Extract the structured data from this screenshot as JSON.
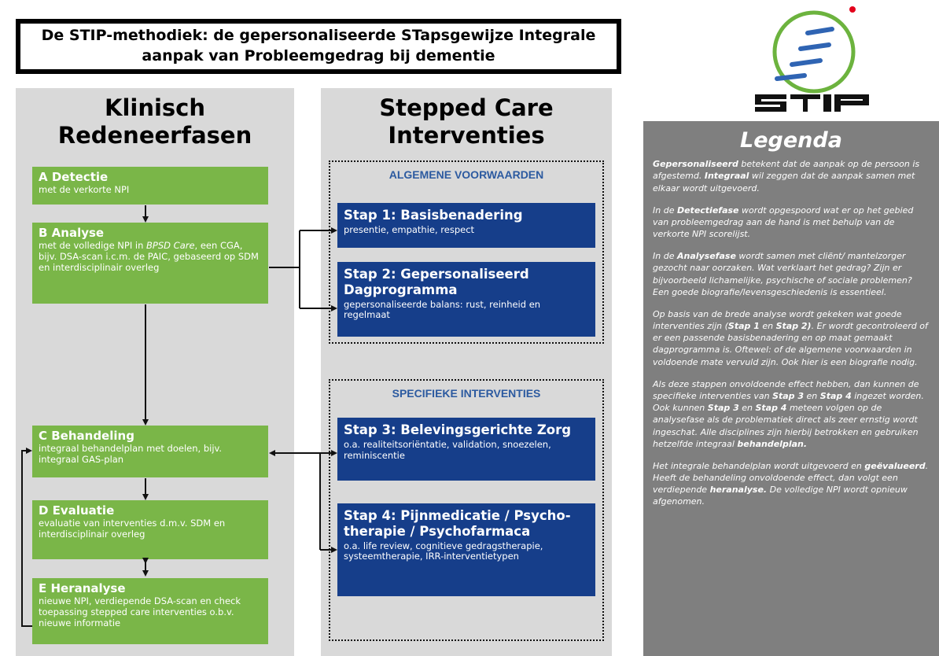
{
  "title": {
    "line1": "De STIP-methodiek: de gepersonaliseerde STapsgewijze Integrale",
    "line2": "aanpak van Probleemgedrag bij dementie"
  },
  "logo": {
    "text": "STIP",
    "icon": "stip-logo-icon"
  },
  "left_column": {
    "heading_line1": "Klinisch",
    "heading_line2": "Redeneerfasen",
    "phases": [
      {
        "title": "A Detectie",
        "desc": "met de verkorte NPI"
      },
      {
        "title": "B Analyse",
        "desc_parts": [
          "met de volledige NPI in ",
          "BPSD Care",
          ", een CGA, bijv. DSA-scan i.c.m. de PAIC, gebaseerd op SDM en interdisciplinair overleg"
        ]
      },
      {
        "title": "C Behandeling",
        "desc": "integraal behandelplan met doelen, bijv. integraal GAS-plan"
      },
      {
        "title": "D Evaluatie",
        "desc": "evaluatie van interventies d.m.v. SDM en interdisciplinair overleg"
      },
      {
        "title": "E Heranalyse",
        "desc": "nieuwe NPI, verdiepende DSA-scan en check toepassing stepped care interventies o.b.v. nieuwe informatie"
      }
    ]
  },
  "right_column": {
    "heading_line1": "Stepped Care",
    "heading_line2": "Interventies",
    "groups": [
      {
        "title": "ALGEMENE VOORWAARDEN"
      },
      {
        "title": "SPECIFIEKE INTERVENTIES"
      }
    ],
    "steps": [
      {
        "title": "Stap 1: Basisbenadering",
        "desc": "presentie, empathie, respect"
      },
      {
        "title": "Stap 2: Gepersonaliseerd Dagprogramma",
        "desc": "gepersonaliseerde balans: rust, reinheid en regelmaat"
      },
      {
        "title": "Stap 3: Belevingsgerichte Zorg",
        "desc": "o.a. realiteitsoriëntatie, validation, snoezelen, reminiscentie"
      },
      {
        "title": "Stap 4: Pijnmedicatie / Psycho-therapie / Psychofarmaca",
        "desc": "o.a. life review, cognitieve gedragstherapie, systeemtherapie, IRR-interventietypen"
      }
    ]
  },
  "legend": {
    "title": "Legenda",
    "paragraphs": [
      [
        [
          "b",
          "Gepersonaliseerd"
        ],
        [
          "t",
          " betekent dat de aanpak op de persoon is afgestemd. "
        ],
        [
          "b",
          "Integraal"
        ],
        [
          "t",
          " wil zeggen dat de aanpak samen met elkaar wordt uitgevoerd."
        ]
      ],
      [
        [
          "t",
          "In de "
        ],
        [
          "b",
          "Detectiefase"
        ],
        [
          "t",
          " wordt opgespoord wat er op het gebied van probleemgedrag aan de hand is met behulp van de verkorte NPI scorelijst."
        ]
      ],
      [
        [
          "t",
          "In de "
        ],
        [
          "b",
          "Analysefase"
        ],
        [
          "t",
          " wordt samen met cliënt/ mantelzorger gezocht naar oorzaken. Wat verklaart het gedrag? Zijn er bijvoorbeeld lichamelijke, psychische of sociale problemen? Een goede biografie/levensgeschiedenis is essentieel."
        ]
      ],
      [
        [
          "t",
          "Op basis van de brede analyse wordt gekeken wat goede interventies zijn ("
        ],
        [
          "b",
          "Stap 1"
        ],
        [
          "t",
          " en "
        ],
        [
          "b",
          "Stap 2)"
        ],
        [
          "t",
          ". Er wordt gecontroleerd of er een passende basisbenadering en op maat gemaakt dagprogramma is. Oftewel: of de algemene voorwaarden in voldoende mate vervuld zijn. Ook hier is een biografie nodig."
        ]
      ],
      [
        [
          "t",
          "Als deze stappen onvoldoende effect hebben, dan kunnen de specifieke interventies van "
        ],
        [
          "b",
          "Stap 3"
        ],
        [
          "t",
          " en "
        ],
        [
          "b",
          "Stap 4"
        ],
        [
          "t",
          " ingezet worden. Ook kunnen "
        ],
        [
          "b",
          "Stap 3"
        ],
        [
          "t",
          " en "
        ],
        [
          "b",
          "Stap 4"
        ],
        [
          "t",
          " meteen volgen op de analysefase als de problematiek direct als zeer ernstig wordt ingeschat. Alle disciplines zijn hierbij betrokken en gebruiken hetzelfde integraal "
        ],
        [
          "b",
          "behandelplan."
        ]
      ],
      [
        [
          "t",
          "Het integrale behandelplan wordt uitgevoerd en "
        ],
        [
          "b",
          "geëvalueerd"
        ],
        [
          "t",
          ". Heeft de behandeling onvoldoende effect, dan volgt een verdiepende "
        ],
        [
          "b",
          "heranalyse."
        ],
        [
          "t",
          " De volledige NPI wordt opnieuw afgenomen."
        ]
      ]
    ]
  },
  "colors": {
    "green": "#7ab648",
    "blue": "#163e8a",
    "group_title": "#2c5aa0",
    "column_bg": "#d9d9d9",
    "legend_bg": "#7f7f7f",
    "logo_circle": "#6cb33e",
    "logo_lines": "#2f64b3",
    "logo_dot": "#e3001b"
  }
}
